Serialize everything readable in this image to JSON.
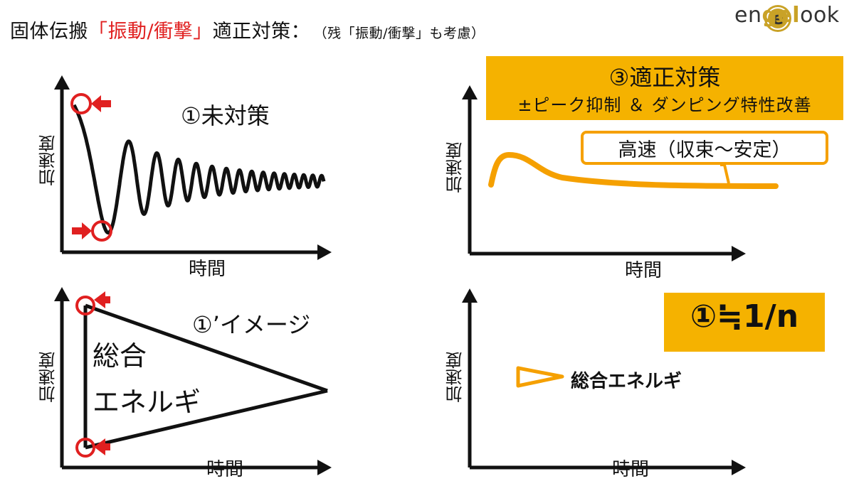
{
  "title": {
    "prefix": "固体伝搬",
    "highlight": "「振動/衝撃」",
    "suffix": "適正対策：",
    "note": "（残「振動/衝撃」も考慮）"
  },
  "logo": {
    "text_a": "en",
    "text_b": "gel",
    "text_c": "ook",
    "icon": "e-coin-logo-icon",
    "colors": {
      "gold": "#c9a227",
      "dark": "#333333"
    }
  },
  "axis": {
    "y_label": "加速度",
    "x_label": "時間"
  },
  "panel1": {
    "label": "①未対策"
  },
  "panel2": {
    "label": "①’イメージ",
    "energy_line1": "総合",
    "energy_line2": "エネルギ"
  },
  "panel3": {
    "title": "③適正対策",
    "subtitle": "±ピーク抑制 ＆ ダンピング特性改善",
    "callout": "高速（収束～安定）"
  },
  "panel4": {
    "ratio": "①≒1/n",
    "energy": "総合エネルギ"
  },
  "colors": {
    "accent_red": "#e02020",
    "orange": "#f5a000",
    "yellow_box": "#f5b200",
    "line": "#111111"
  }
}
